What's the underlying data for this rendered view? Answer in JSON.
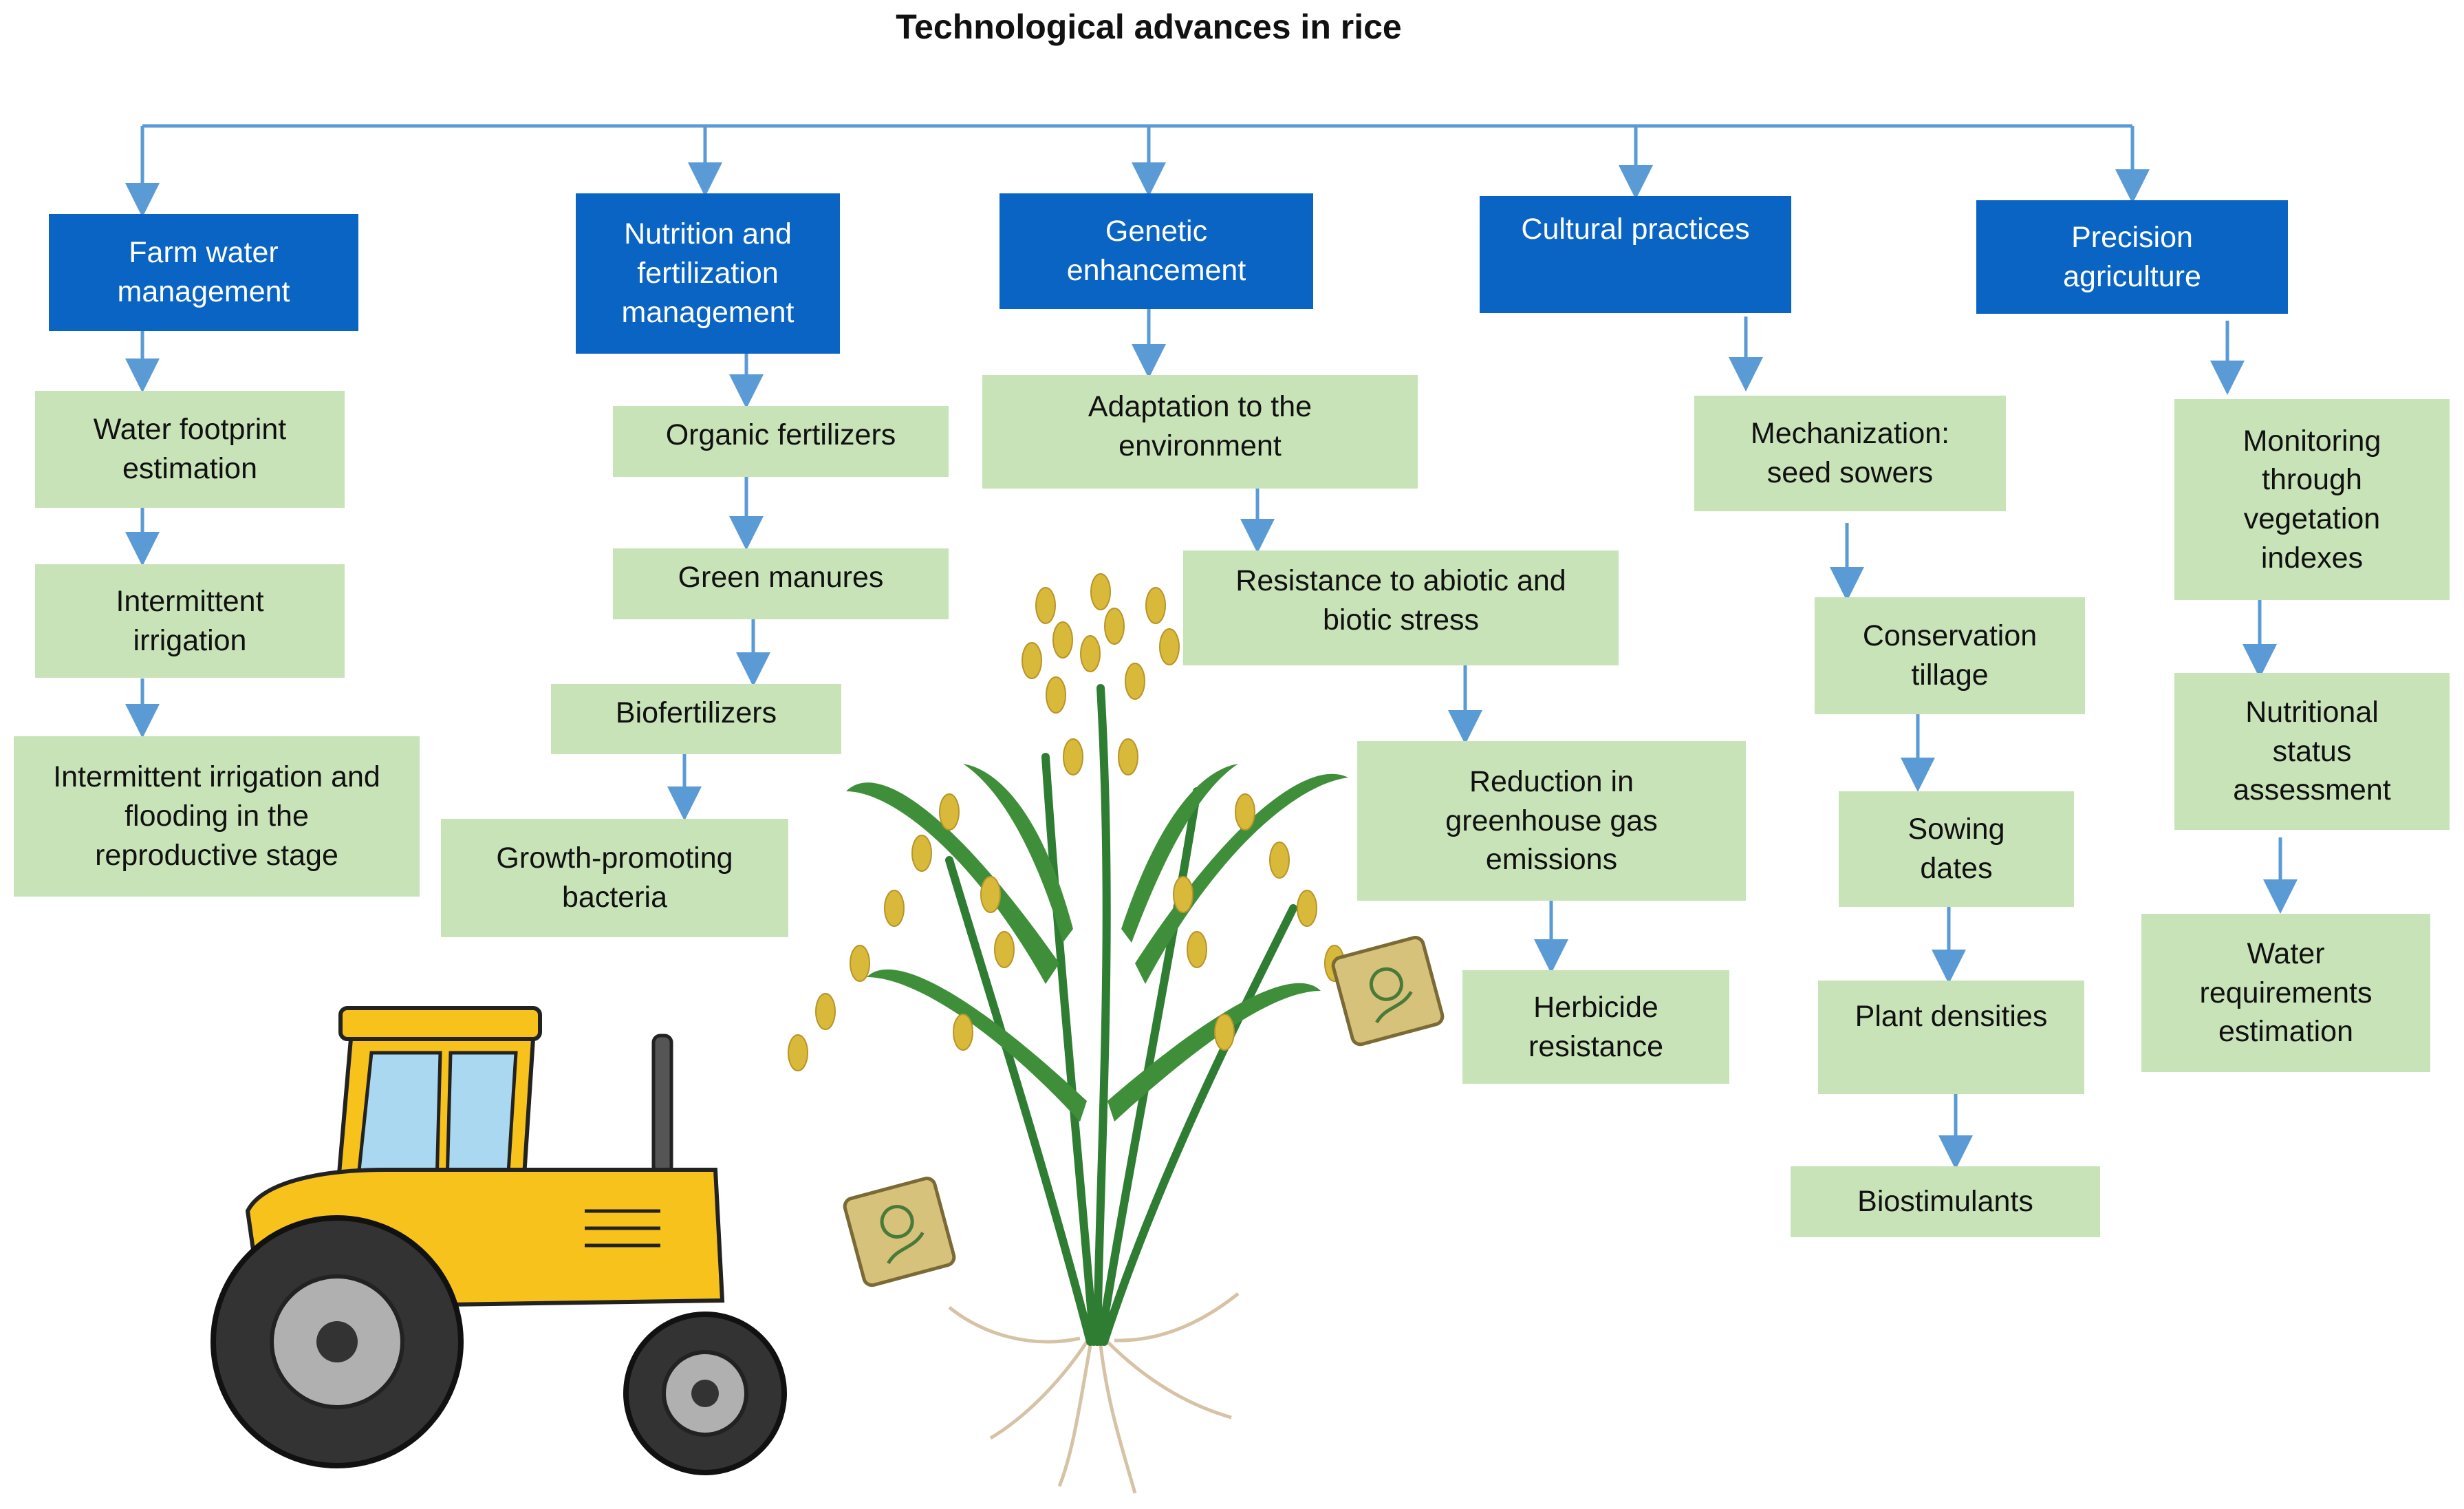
{
  "title": "Technological advances in rice",
  "colors": {
    "category_fill": "#0a64c4",
    "category_text": "#ffffff",
    "item_fill": "#c9e3b8",
    "arrow": "#5b9bd5"
  },
  "icons": [
    "tractor-icon",
    "rice-plant-icon",
    "soil-sample-icon"
  ],
  "categories": [
    {
      "label": "Farm water\nmanagement",
      "items": [
        "Water footprint\nestimation",
        "Intermittent\nirrigation",
        "Intermittent irrigation and\nflooding in the\nreproductive stage"
      ]
    },
    {
      "label": "Nutrition and\nfertilization\nmanagement",
      "items": [
        "Organic fertilizers",
        "Green manures",
        "Biofertilizers",
        "Growth-promoting\nbacteria"
      ]
    },
    {
      "label": "Genetic\nenhancement",
      "items": [
        "Adaptation to the\nenvironment",
        "Resistance to abiotic and\nbiotic stress",
        "Reduction in\ngreenhouse gas\nemissions",
        "Herbicide\nresistance"
      ]
    },
    {
      "label": "Cultural practices",
      "items": [
        "Mechanization:\nseed sowers",
        "Conservation\ntillage",
        "Sowing\ndates",
        "Plant densities",
        "Biostimulants"
      ]
    },
    {
      "label": "Precision\nagriculture",
      "items": [
        "Monitoring\nthrough\nvegetation\nindexes",
        "Nutritional\nstatus\nassessment",
        "Water\nrequirements\nestimation"
      ]
    }
  ]
}
